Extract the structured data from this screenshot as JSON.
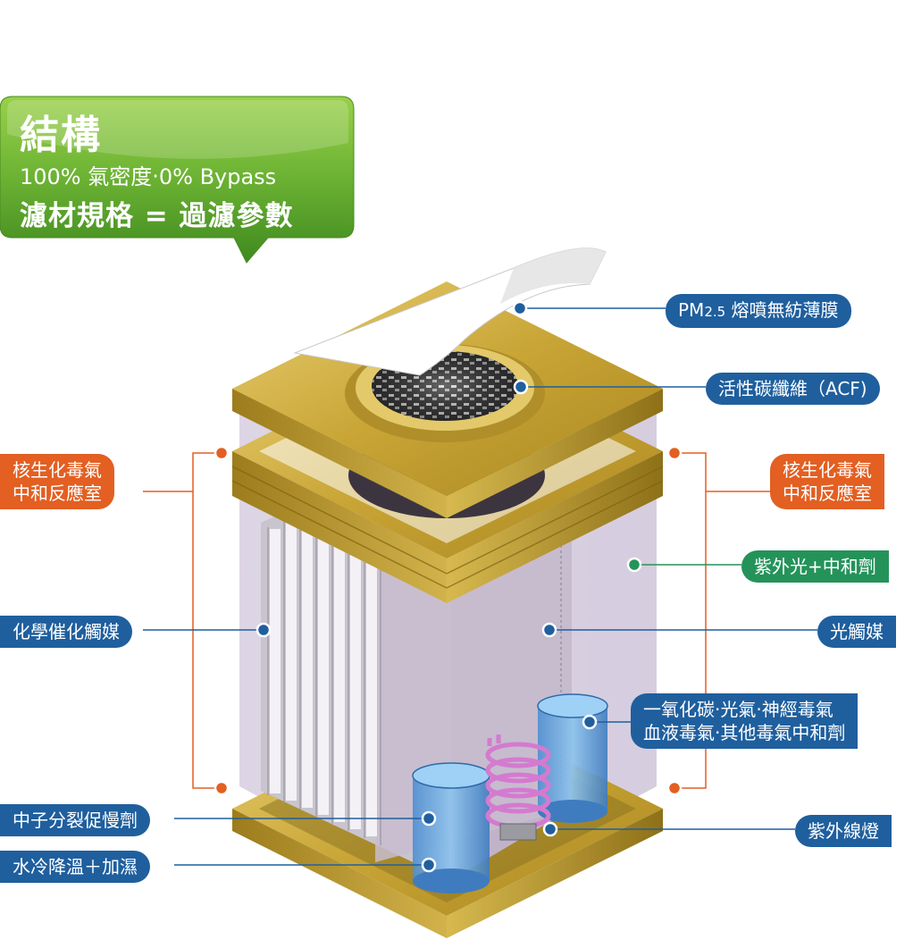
{
  "header": {
    "title": "結構",
    "line1": "100% 氣密度‧0% Bypass",
    "line2": "濾材規格 = 過濾參數"
  },
  "labels": {
    "pm25_film": {
      "prefix": "PM",
      "sub": "2.5",
      "text": " 熔噴無紡薄膜"
    },
    "acf": "活性碳纖維（ACF)",
    "nbc_chamber_left": [
      "核生化毒氣",
      "中和反應室"
    ],
    "nbc_chamber_right": [
      "核生化毒氣",
      "中和反應室"
    ],
    "uv_neutralizer": "紫外光+中和劑",
    "chem_catalyst": "化學催化觸媒",
    "photocatalyst": "光觸媒",
    "toxic_gases": [
      "一氧化碳‧光氣‧神經毒氣",
      "血液毒氣‧其他毒氣中和劑"
    ],
    "neutron_retarder": "中子分裂促慢劑",
    "water_cooling": "水冷降溫＋加濕",
    "uv_lamp": "紫外線燈"
  },
  "colors": {
    "blue": "#1f5f9e",
    "orange": "#e35f22",
    "green": "#24935a",
    "gold": "#c9a536",
    "bubble_green": "#5ca52c"
  }
}
